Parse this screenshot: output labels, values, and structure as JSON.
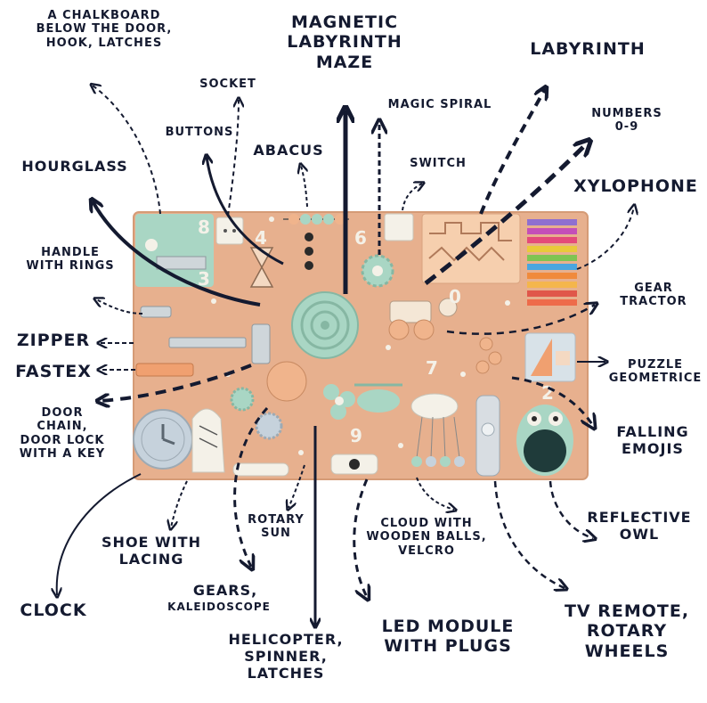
{
  "labels": {
    "chalkboard": "A CHALKBOARD\nBELOW THE DOOR,\nHOOK, LATCHES",
    "magnetic_maze": "MAGNETIC\nLABYRINTH\nMAZE",
    "labyrinth": "LABYRINTH",
    "socket": "SOCKET",
    "magic_spiral": "MAGIC SPIRAL",
    "numbers": "NUMBERS\n0-9",
    "buttons": "BUTTONS",
    "abacus": "ABACUS",
    "switch": "SWITCH",
    "hourglass": "HOURGLASS",
    "xylophone": "XYLOPHONE",
    "handle_rings": "HANDLE\nWITH RINGS",
    "gear_tractor": "GEAR\nTRACTOR",
    "zipper": "ZIPPER",
    "fastex": "FASTEX",
    "puzzle": "PUZZLE\nGEOMETRICE",
    "door_chain": "DOOR\nCHAIN,\nDOOR LOCK\nWITH A KEY",
    "falling_emojis": "FALLING\nEMOJIS",
    "rotary_sun": "ROTARY\nSUN",
    "reflective_owl": "REFLECTIVE\nOWL",
    "cloud": "CLOUD WITH\nWOODEN BALLS,\nVELCRO",
    "shoe": "SHOE WITH\nLACING",
    "clock": "CLOCK",
    "gears": "GEARS,",
    "kaleidoscope": "KALEIDOSCOPE",
    "led_module": "LED MODULE\nWITH PLUGS",
    "tv_remote": "TV REMOTE,\nROTARY\nWHEELS",
    "helicopter": "HELICOPTER,\nSPINNER,\nLATCHES"
  },
  "board": {
    "numbers": [
      "8",
      "4",
      "6",
      "0",
      "7",
      "9",
      "2",
      "3"
    ]
  },
  "colors": {
    "board": "#e7b08e",
    "board_dark": "#d59b76",
    "mint": "#a9d6c4",
    "ink": "#141a30"
  }
}
